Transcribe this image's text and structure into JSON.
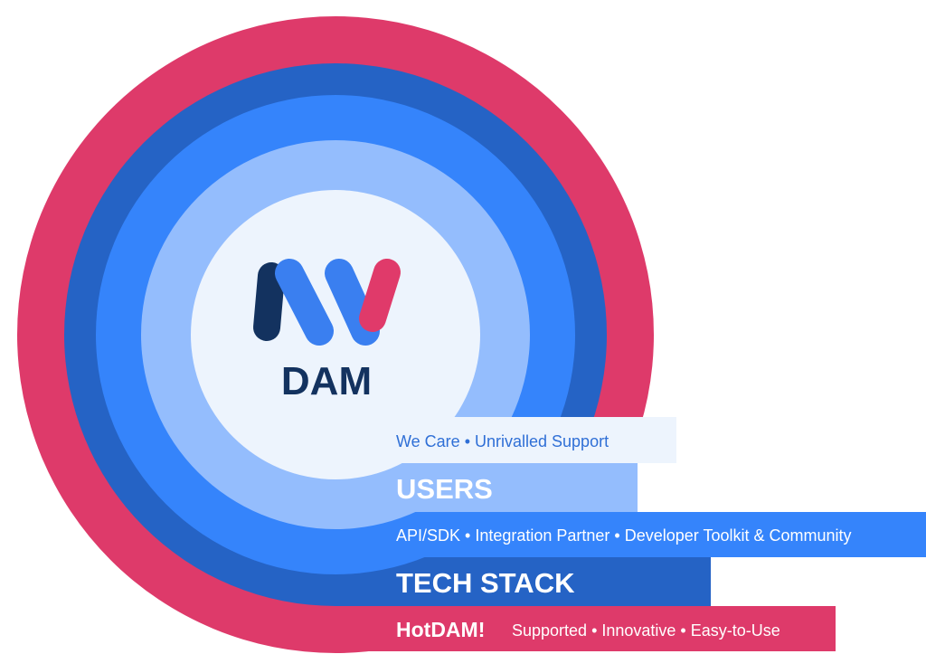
{
  "logo": {
    "word": "DAM",
    "colors": {
      "dark": "#13325f",
      "mid": "#3a7ff0",
      "accent": "#e03a6a"
    }
  },
  "bands": {
    "care": {
      "label": "We Care • Unrivalled Support",
      "color": "#edf4fd",
      "text_color": "#2f6fd6"
    },
    "users": {
      "label": "USERS",
      "color": "#94bdfd",
      "text_color": "#ffffff"
    },
    "api": {
      "label": "API/SDK • Integration Partner • Developer Toolkit & Community",
      "color": "#3584fb",
      "text_color": "#ffffff"
    },
    "tech": {
      "label": "TECH STACK",
      "color": "#2563c5",
      "text_color": "#ffffff"
    },
    "hotdam": {
      "brand": "HotDAM!",
      "label": "Supported • Innovative • Easy-to-Use",
      "color": "#de3a6a",
      "text_color": "#ffffff"
    }
  }
}
